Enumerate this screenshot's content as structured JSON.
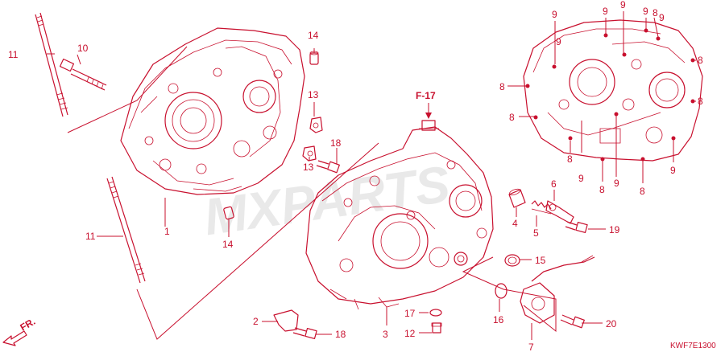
{
  "diagram": {
    "ref_label": "F-17",
    "front_label": "FR.",
    "code": "KWF7E1300",
    "colors": {
      "ink": "#c8102e",
      "background": "#ffffff",
      "watermark": "#e9e9e9"
    },
    "callouts": {
      "c1": "1",
      "c2": "2",
      "c3": "3",
      "c4": "4",
      "c5": "5",
      "c6": "6",
      "c7": "7",
      "c10": "10",
      "c11a": "11",
      "c11b": "11",
      "c12": "12",
      "c13a": "13",
      "c13b": "13",
      "c14a": "14",
      "c14b": "14",
      "c15": "15",
      "c16": "16",
      "c17": "17",
      "c18a": "18",
      "c18b": "18",
      "c19": "19",
      "c20": "20",
      "c8a": "8",
      "c8b": "8",
      "c8c": "8",
      "c8d": "8",
      "c8e": "8",
      "c8f": "8",
      "c8g": "8",
      "c8h": "8",
      "c9a": "9",
      "c9b": "9",
      "c9c": "9",
      "c9d": "9",
      "c9e": "9",
      "c9f": "9",
      "c9g": "9",
      "c9h": "9",
      "c9i": "9"
    }
  }
}
